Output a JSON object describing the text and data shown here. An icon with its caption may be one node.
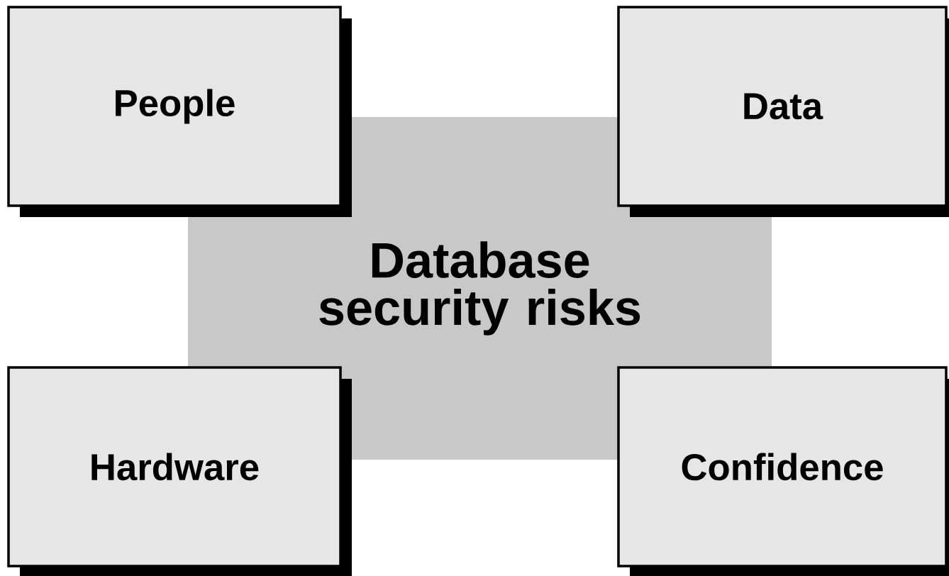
{
  "diagram": {
    "nodes": [
      {
        "text": [
          "People"
        ]
      },
      {
        "text": [
          "Data"
        ]
      },
      {
        "text": [
          "Database security risks"
        ]
      },
      {
        "text": [
          "Hardware"
        ]
      },
      {
        "text": [
          "Confidence"
        ]
      }
    ]
  }
}
